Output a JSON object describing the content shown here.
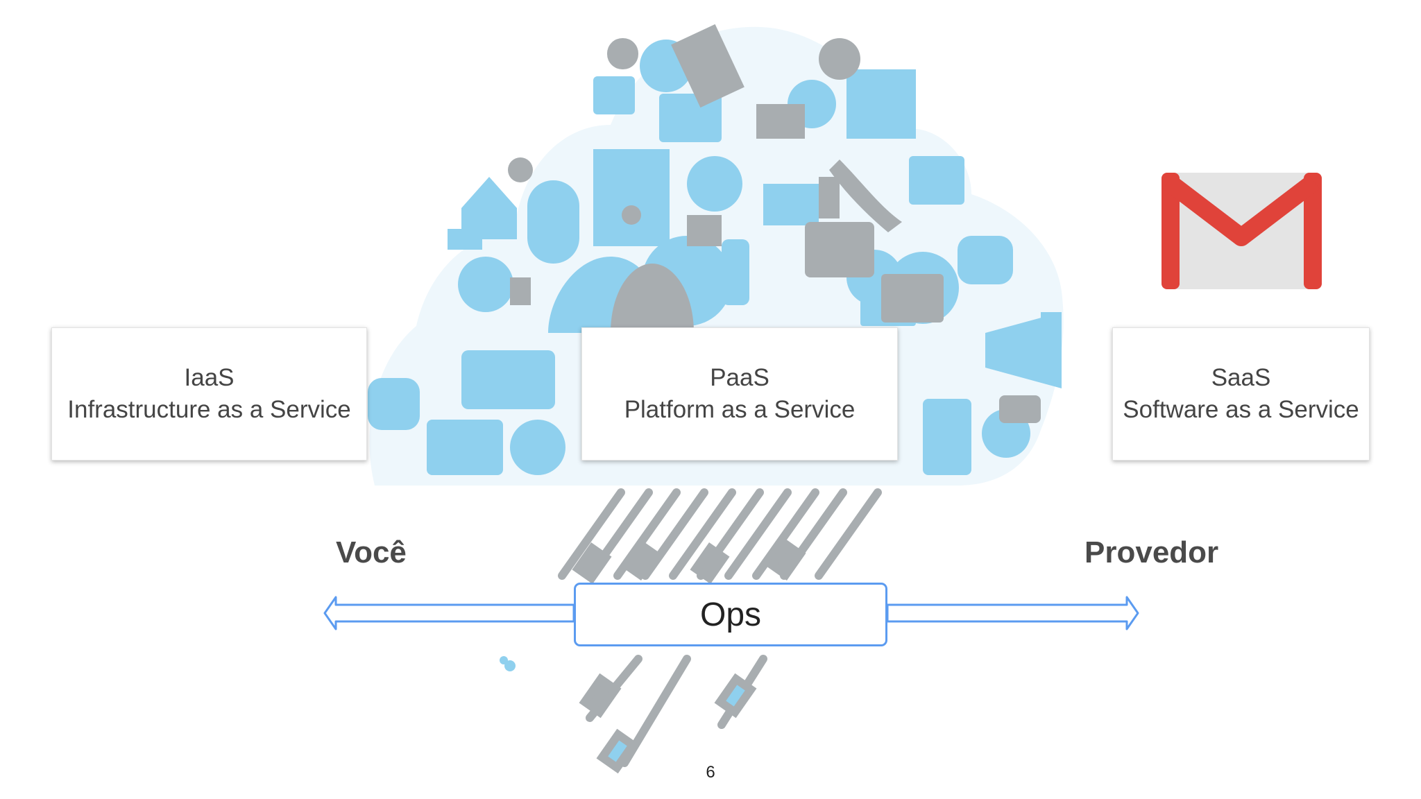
{
  "boxes": {
    "iaas": {
      "line1": "IaaS",
      "line2": "Infrastructure as a Service"
    },
    "paas": {
      "line1": "PaaS",
      "line2": "Platform as a Service"
    },
    "saas": {
      "line1": "SaaS",
      "line2": "Software as a Service"
    }
  },
  "labels": {
    "left": "Você",
    "right": "Provedor"
  },
  "ops": {
    "label": "Ops"
  },
  "slide_number": "6",
  "icons": {
    "cloud": "cloud-collage-icon",
    "cables": "network-cables-icon",
    "logo": "gmail-logo-icon",
    "arrow": "double-arrow-icon"
  },
  "colors": {
    "cloud_blue": "#8fd0ee",
    "cloud_grey": "#a8adb0",
    "arrow_blue": "#5b9bf0",
    "gmail_red": "#e0433a",
    "gmail_grey": "#e4e4e4"
  }
}
